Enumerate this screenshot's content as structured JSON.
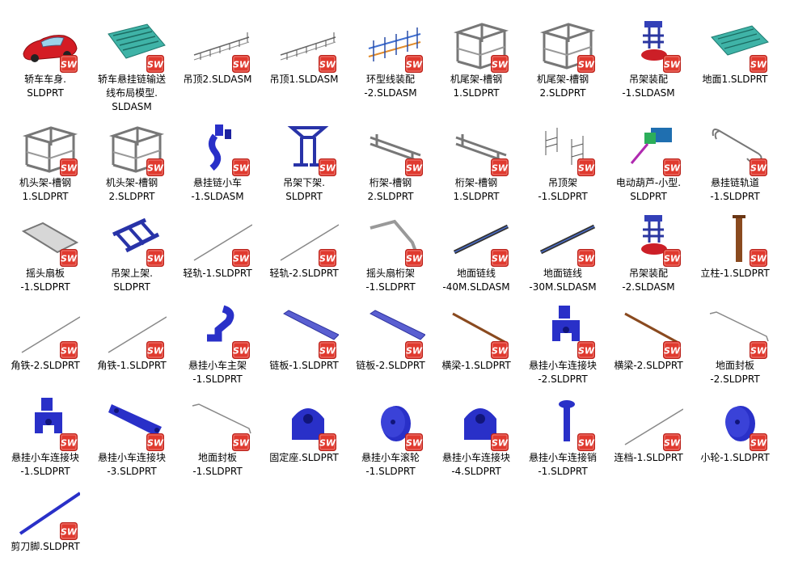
{
  "files": [
    {
      "label": "轿车车身.\nSLDPRT",
      "icon": "car-body-thumbnail"
    },
    {
      "label": "轿车悬挂链输送\n线布局模型.\nSLDASM",
      "icon": "conveyor-layout-thumbnail"
    },
    {
      "label": "吊顶2.SLDASM",
      "icon": "ceiling-assembly-thumbnail"
    },
    {
      "label": "吊顶1.SLDASM",
      "icon": "ceiling-assembly-thumbnail"
    },
    {
      "label": "环型线装配\n-2.SLDASM",
      "icon": "loop-line-assembly-thumbnail"
    },
    {
      "label": "机尾架-槽钢\n1.SLDPRT",
      "icon": "frame-thumbnail"
    },
    {
      "label": "机尾架-槽钢\n2.SLDPRT",
      "icon": "frame-thumbnail"
    },
    {
      "label": "吊架装配\n-1.SLDASM",
      "icon": "hanger-assembly-thumbnail"
    },
    {
      "label": "地面1.SLDPRT",
      "icon": "ground-plate-thumbnail"
    },
    {
      "label": "机头架-槽钢\n1.SLDPRT",
      "icon": "frame-thumbnail"
    },
    {
      "label": "机头架-槽钢\n2.SLDPRT",
      "icon": "frame-thumbnail"
    },
    {
      "label": "悬挂链小车\n-1.SLDASM",
      "icon": "trolley-assembly-thumbnail"
    },
    {
      "label": "吊架下架.\nSLDPRT",
      "icon": "lower-hanger-thumbnail"
    },
    {
      "label": "桁架-槽钢\n2.SLDPRT",
      "icon": "truss-thumbnail"
    },
    {
      "label": "桁架-槽钢\n1.SLDPRT",
      "icon": "truss-thumbnail"
    },
    {
      "label": "吊顶架\n-1.SLDPRT",
      "icon": "ceiling-frame-thumbnail"
    },
    {
      "label": "电动葫芦-小型.\nSLDPRT",
      "icon": "electric-hoist-thumbnail"
    },
    {
      "label": "悬挂链轨道\n-1.SLDPRT",
      "icon": "track-loop-thumbnail"
    },
    {
      "label": "摇头扇板\n-1.SLDPRT",
      "icon": "plate-thumbnail"
    },
    {
      "label": "吊架上架.\nSLDPRT",
      "icon": "upper-hanger-thumbnail"
    },
    {
      "label": "轻轨-1.SLDPRT",
      "icon": "thin-rail-thumbnail"
    },
    {
      "label": "轻轨-2.SLDPRT",
      "icon": "thin-rail-thumbnail"
    },
    {
      "label": "摇头扇桁架\n-1.SLDPRT",
      "icon": "bent-truss-thumbnail"
    },
    {
      "label": "地面链线\n-40M.SLDASM",
      "icon": "chain-line-thumbnail"
    },
    {
      "label": "地面链线\n-30M.SLDASM",
      "icon": "chain-line-thumbnail"
    },
    {
      "label": "吊架装配\n-2.SLDASM",
      "icon": "hanger-assembly-thumbnail"
    },
    {
      "label": "立柱-1.SLDPRT",
      "icon": "column-thumbnail"
    },
    {
      "label": "角铁-2.SLDPRT",
      "icon": "thin-rail-thumbnail"
    },
    {
      "label": "角铁-1.SLDPRT",
      "icon": "thin-rail-thumbnail"
    },
    {
      "label": "悬挂小车主架\n-1.SLDPRT",
      "icon": "trolley-main-frame-thumbnail"
    },
    {
      "label": "链板-1.SLDPRT",
      "icon": "chain-plate-thumbnail"
    },
    {
      "label": "链板-2.SLDPRT",
      "icon": "chain-plate-thumbnail"
    },
    {
      "label": "横梁-1.SLDPRT",
      "icon": "beam-thumbnail"
    },
    {
      "label": "悬挂小车连接块\n-2.SLDPRT",
      "icon": "connector-block-thumbnail"
    },
    {
      "label": "横梁-2.SLDPRT",
      "icon": "beam-thumbnail"
    },
    {
      "label": "地面封板\n-2.SLDPRT",
      "icon": "cover-plate-thumbnail"
    },
    {
      "label": "悬挂小车连接块\n-1.SLDPRT",
      "icon": "connector-block-thumbnail"
    },
    {
      "label": "悬挂小车连接块\n-3.SLDPRT",
      "icon": "link-bar-thumbnail"
    },
    {
      "label": "地面封板\n-1.SLDPRT",
      "icon": "cover-plate-thumbnail"
    },
    {
      "label": "固定座.SLDPRT",
      "icon": "mount-base-thumbnail"
    },
    {
      "label": "悬挂小车滚轮\n-1.SLDPRT",
      "icon": "roller-wheel-thumbnail"
    },
    {
      "label": "悬挂小车连接块\n-4.SLDPRT",
      "icon": "mount-base-thumbnail"
    },
    {
      "label": "悬挂小车连接销\n-1.SLDPRT",
      "icon": "pin-thumbnail"
    },
    {
      "label": "连档-1.SLDPRT",
      "icon": "thin-rail-thumbnail"
    },
    {
      "label": "小轮-1.SLDPRT",
      "icon": "roller-wheel-thumbnail"
    },
    {
      "label": "剪刀脚.SLDPRT",
      "icon": "scissor-leg-thumbnail"
    }
  ],
  "badge": {
    "text": "SW",
    "icon": "solidworks-file-icon",
    "color": "#e03a2f"
  }
}
